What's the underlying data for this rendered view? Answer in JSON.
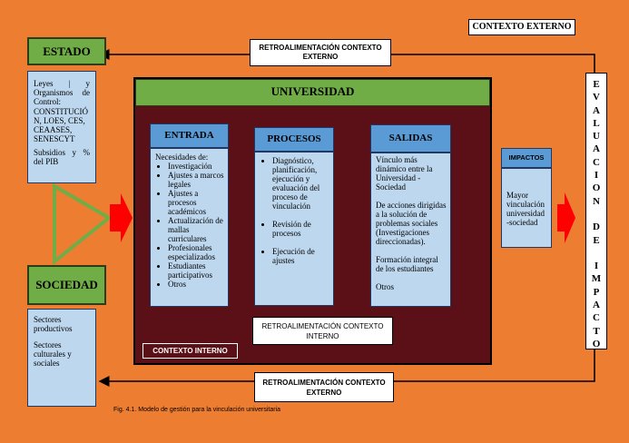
{
  "contexto_externo_label": "CONTEXTO EXTERNO",
  "retro_top": "RETROALIMENTACIÓN CONTEXTO EXTERNO",
  "retro_bottom": "RETROALIMENTACIÓN CONTEXTO EXTERNO",
  "retro_internal": "RETROALIMENTACIÓN CONTEXTO INTERNO",
  "contexto_interno_label": "CONTEXTO INTERNO",
  "universidad_title": "UNIVERSIDAD",
  "estado": {
    "title": "ESTADO",
    "line1": "Leyes | y Organismos de Control:",
    "line2": "CONSTITUCIÓN, LOES, CES, CEAASES, SENESCYT",
    "line3": "Subsidios y % del PIB"
  },
  "sociedad": {
    "title": "SOCIEDAD",
    "line1": "Sectores productivos",
    "line2": "Sectores culturales y sociales"
  },
  "entrada": {
    "title": "ENTRADA",
    "intro": "Necesidades de:",
    "items": [
      "Investigación",
      "Ajustes a marcos legales",
      "Ajustes a procesos académicos",
      "Actualización de mallas curriculares",
      "Profesionales especializados",
      "Estudiantes participativos",
      "Otros"
    ]
  },
  "procesos": {
    "title": "PROCESOS",
    "items": [
      "Diagnóstico, planificación, ejecución y evaluación del proceso de vinculación",
      "Revisión de procesos",
      "Ejecución de ajustes"
    ]
  },
  "salidas": {
    "title": "SALIDAS",
    "p1": "Vínculo más dinámico entre la Universidad - Sociedad",
    "p2": "De acciones dirigidas a la solución de problemas sociales (Investigaciones direccionadas).",
    "p3": "Formación integral de los estudiantes",
    "p4": "Otros"
  },
  "impactos": {
    "title": "IMPACTOS",
    "text": "Mayor vinculación universidad -sociedad"
  },
  "evaluacion_letters": [
    "E",
    "V",
    "A",
    "L",
    "U",
    "A",
    "C",
    "I",
    "O",
    "N",
    "",
    "D",
    "E",
    "",
    "I",
    "M",
    "P",
    "A",
    "C",
    "T",
    "O"
  ],
  "caption": "Fig. 4.1. Modelo de gestión para la vinculación universitaria",
  "colors": {
    "background": "#ED7D31",
    "green": "#70AD47",
    "dark_red": "#5B0F16",
    "light_blue": "#BDD7EE",
    "blue": "#5B9BD5",
    "red_arrow": "#FF0000"
  }
}
